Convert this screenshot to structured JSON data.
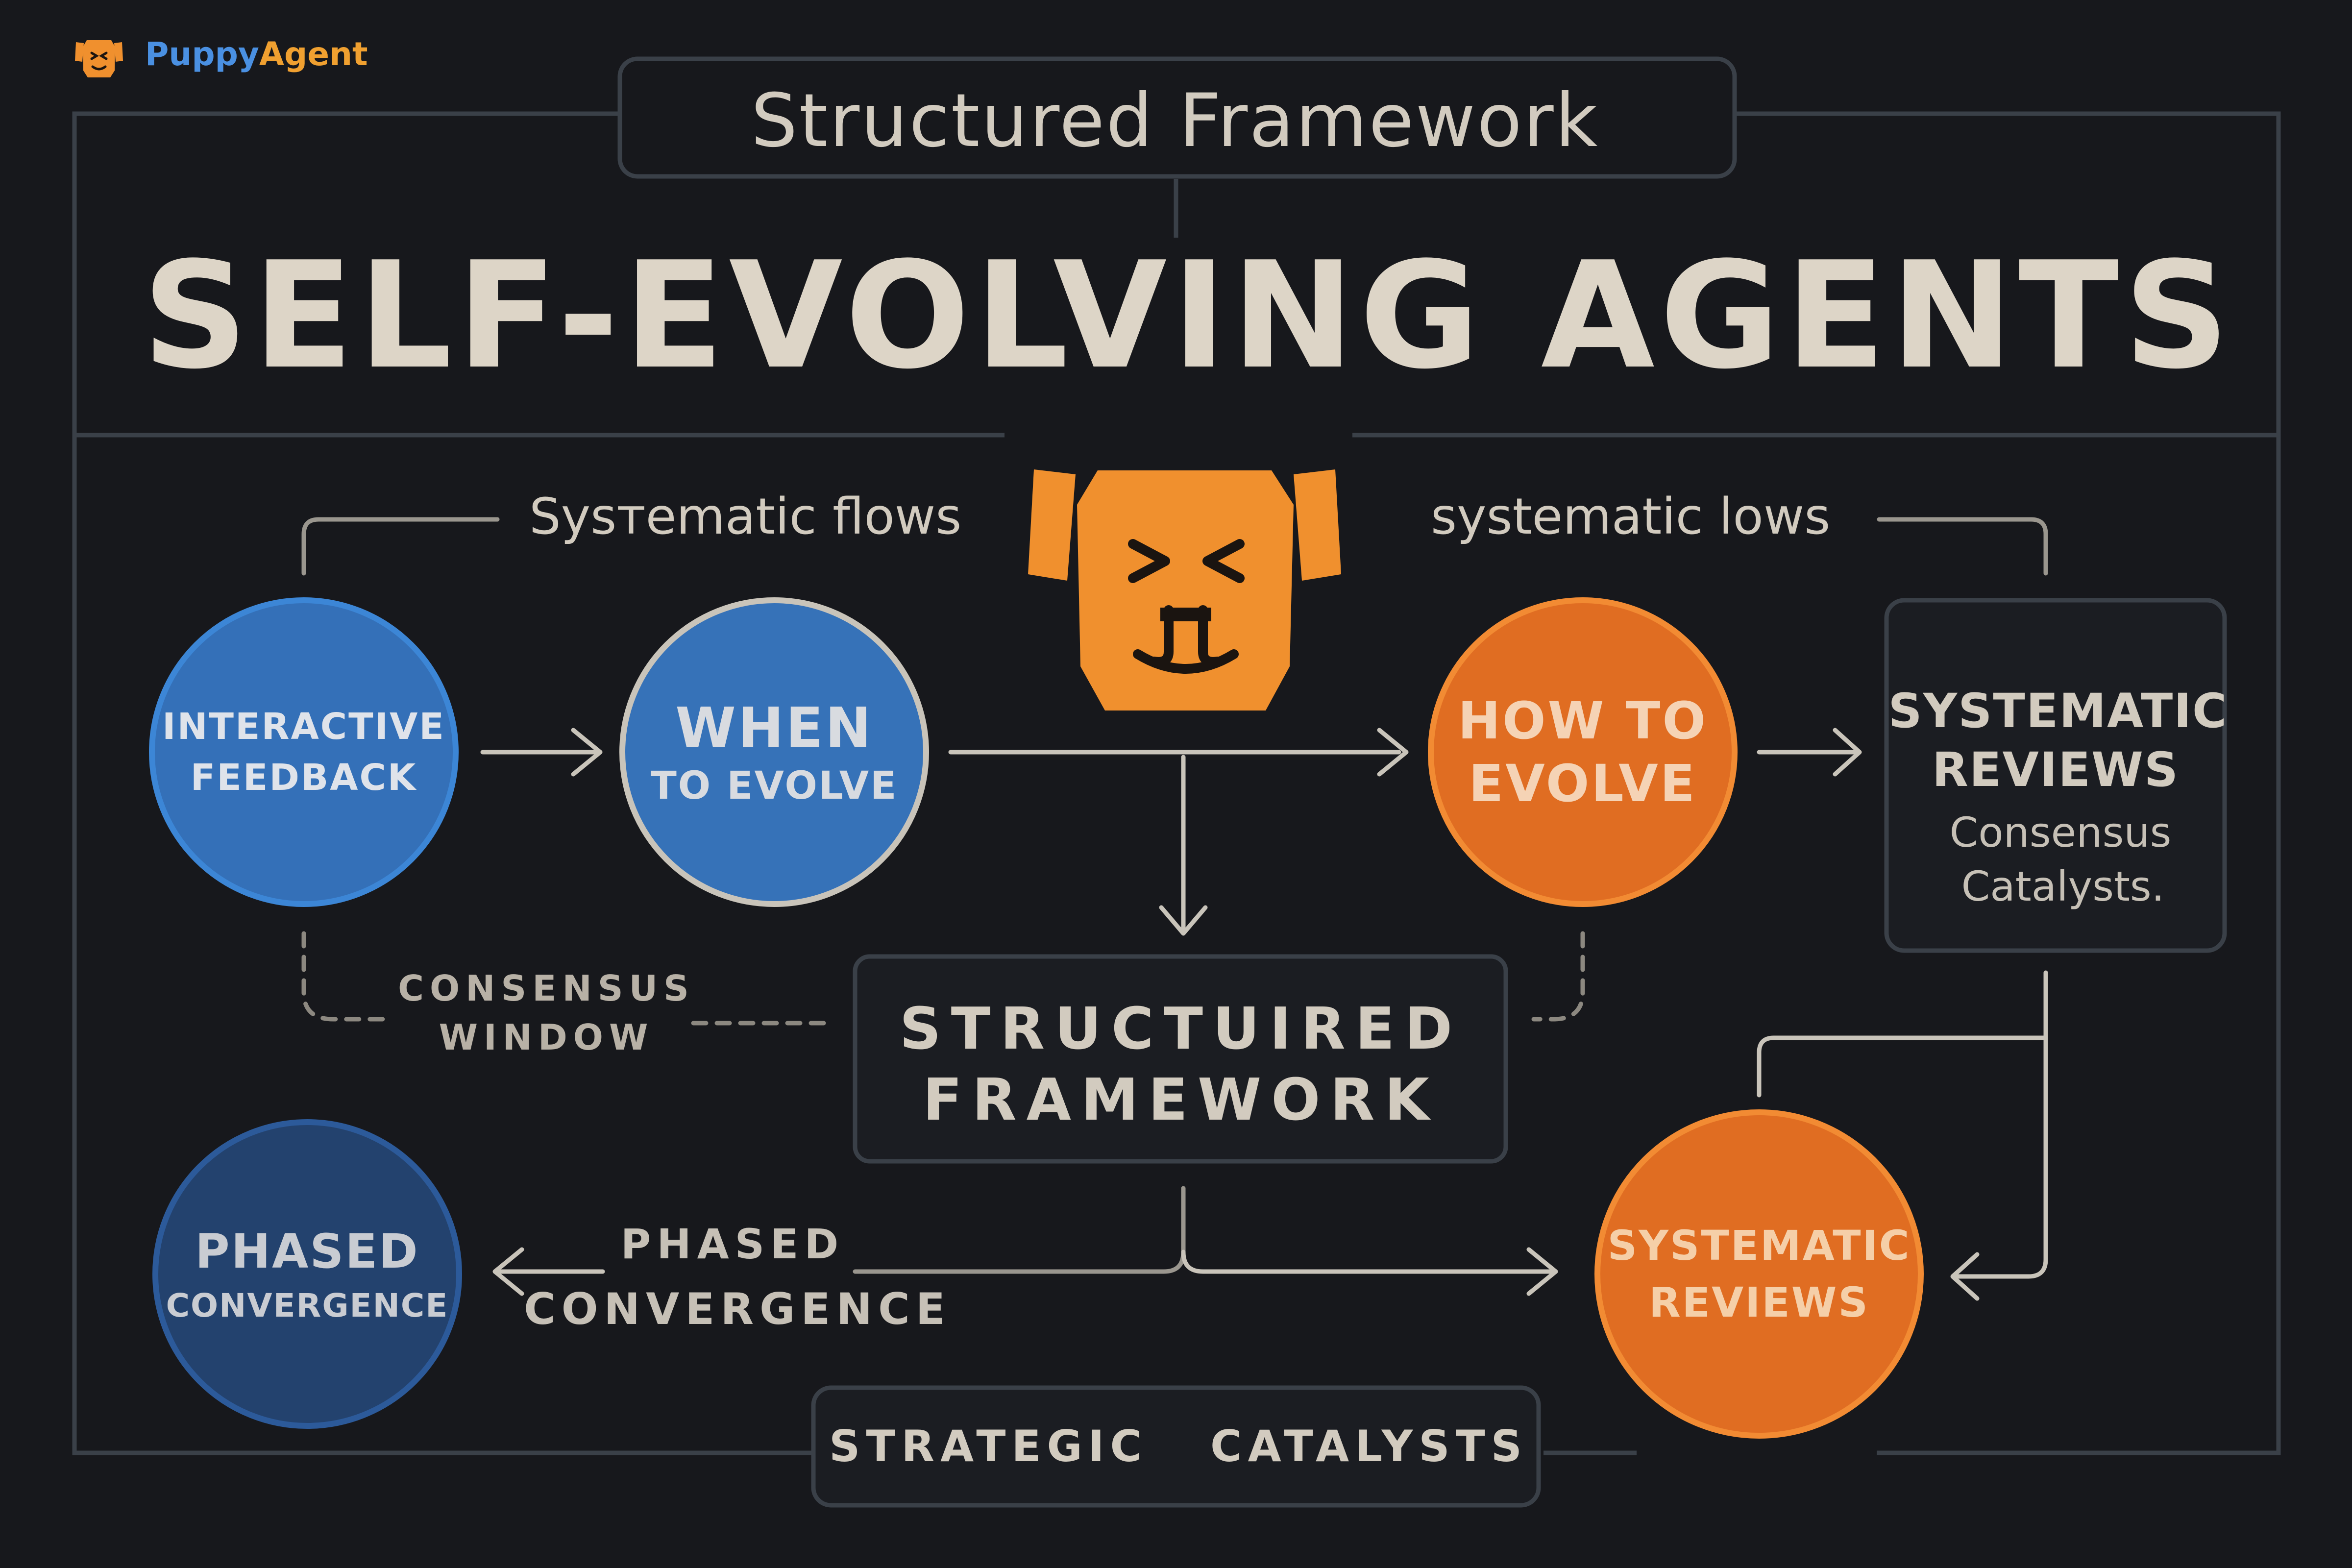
{
  "logo": {
    "name_part1": "Puppy",
    "name_part2": "Agent"
  },
  "header": {
    "subtitle": "Structured  Framework",
    "title": "SELF-EVOLVING AGENTS"
  },
  "labels": {
    "left_flow": "Sysтematic flows",
    "right_flow": "systematic lows",
    "consensus_line1": "CONSENSUS",
    "consensus_line2": "WINDOW",
    "phased_line1": "PHASED",
    "phased_line2": "CONVERGENCE"
  },
  "nodes": {
    "interactive_feedback": {
      "line1": "INTERACTIVE",
      "line2": "FEEDBACK"
    },
    "when_to_evolve": {
      "line1": "WHEN",
      "line2": "TO EVOLVE"
    },
    "how_to_evolve": {
      "line1": "HOW TO",
      "line2": "EVOLVE"
    },
    "phased_convergence": {
      "line1": "PHASED",
      "line2": "CONVERGENCE"
    },
    "systematic_reviews_circle": {
      "line1": "SYSTEMATIC",
      "line2": "REVIEWS"
    }
  },
  "boxes": {
    "systematic_reviews": {
      "line1": "SYSTEMATIC",
      "line2": "REVIEWS",
      "line3": "Consensus",
      "line4": "Catalysts."
    },
    "structured_framework": {
      "line1": "STRUCTUIRED",
      "line2": "FRAMEWORK"
    },
    "strategic_catalysts": "STRATEGIC   CATALYSTS"
  },
  "colors": {
    "background": "#17181c",
    "blue": "#3470b8",
    "navy": "#23426e",
    "orange": "#e06d22",
    "mascot": "#f0902e",
    "line": "#c9c4ba",
    "frame": "#3a4048"
  },
  "icons": [
    "puppy-logo-icon",
    "puppy-mascot-icon",
    "arrow-right-icon",
    "arrow-down-icon",
    "arrow-left-icon"
  ]
}
